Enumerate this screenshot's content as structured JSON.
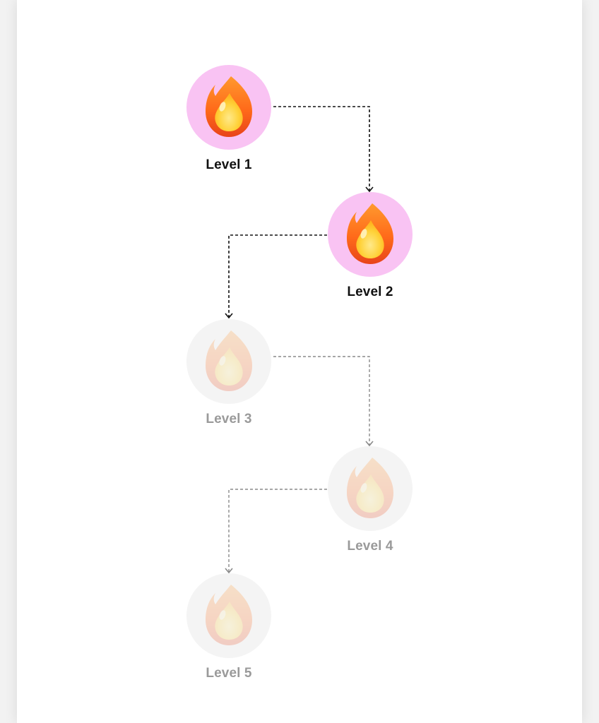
{
  "levels": [
    {
      "label": "Level 1",
      "state": "unlocked"
    },
    {
      "label": "Level 2",
      "state": "unlocked"
    },
    {
      "label": "Level 3",
      "state": "locked"
    },
    {
      "label": "Level 4",
      "state": "locked"
    },
    {
      "label": "Level 5",
      "state": "locked"
    }
  ],
  "icons": {
    "level_icon": "fire-icon",
    "connector_arrow": "arrow-down-icon"
  },
  "colors": {
    "unlocked_circle": "#f9c3f3",
    "locked_circle": "#f4f4f4",
    "unlocked_text": "#111111",
    "locked_text": "#9a9a9a",
    "unlocked_connector": "#111111",
    "locked_connector": "#8a8a8a"
  }
}
